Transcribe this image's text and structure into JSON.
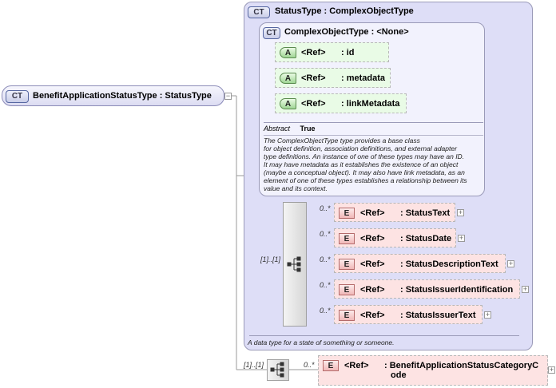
{
  "root": {
    "badge": "CT",
    "label": "BenefitApplicationStatusType : StatusType"
  },
  "status_type": {
    "badge": "CT",
    "label": "StatusType : ComplexObjectType",
    "doc": "A data type for a state of something or someone."
  },
  "complex_object_type": {
    "badge": "CT",
    "label": "ComplexObjectType : <None>",
    "attributes": [
      {
        "badge": "A",
        "ref": "<Ref>",
        "name": ": id"
      },
      {
        "badge": "A",
        "ref": "<Ref>",
        "name": ": metadata"
      },
      {
        "badge": "A",
        "ref": "<Ref>",
        "name": ": linkMetadata"
      }
    ],
    "abstract_label": "Abstract",
    "abstract_value": "True",
    "doc_lines": [
      "The ComplexObjectType type provides a base class",
      "for object definition, association definitions, and external adapter",
      "type definitions. An instance of one of these types may have an ID.",
      "It may have metadata as it establishes the existence of an object",
      "(maybe a conceptual object). It may also have link metadata, as an",
      "element of one of these types establishes a relationship between its",
      "value and its context."
    ]
  },
  "sequence_1": {
    "occurrence": "[1]..[1]",
    "elements": [
      {
        "occ": "0..*",
        "badge": "E",
        "ref": "<Ref>",
        "name": ": StatusText",
        "expand": "+"
      },
      {
        "occ": "0..*",
        "badge": "E",
        "ref": "<Ref>",
        "name": ": StatusDate",
        "expand": "+"
      },
      {
        "occ": "0..*",
        "badge": "E",
        "ref": "<Ref>",
        "name": ": StatusDescriptionText",
        "expand": "+"
      },
      {
        "occ": "0..*",
        "badge": "E",
        "ref": "<Ref>",
        "name": ": StatusIssuerIdentification",
        "expand": "+"
      },
      {
        "occ": "0..*",
        "badge": "E",
        "ref": "<Ref>",
        "name": ": StatusIssuerText",
        "expand": "+"
      }
    ]
  },
  "sequence_2": {
    "occurrence": "[1]..[1]",
    "element": {
      "occ": "0..*",
      "badge": "E",
      "ref": "<Ref>",
      "name_line1": ": BenefitApplicationStatusCategoryC",
      "name_line2": "ode",
      "expand": "+"
    }
  },
  "root_collapse": "−"
}
